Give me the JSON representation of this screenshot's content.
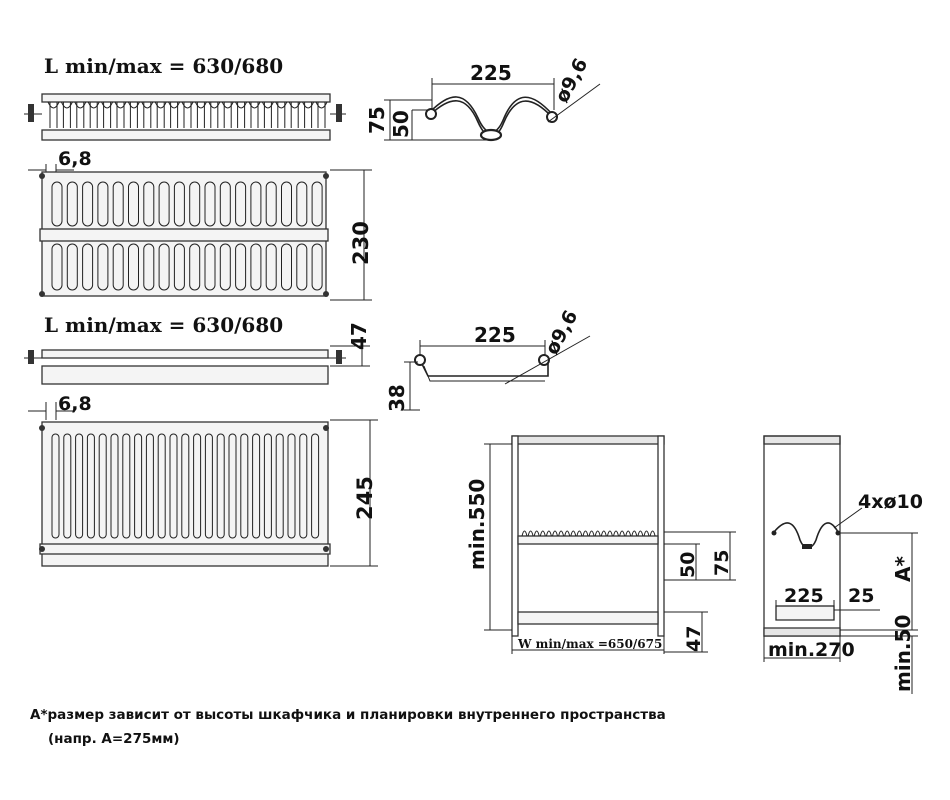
{
  "top_rack": {
    "length_label": "L min/max = 630/680",
    "wire_pitch": "6,8",
    "depth": "230",
    "profile_width": "225",
    "profile_height_outer": "75",
    "profile_height_inner": "50",
    "profile_diameter": "ø9,6"
  },
  "bottom_rack": {
    "length_label": "L min/max = 630/680",
    "wire_pitch": "6,8",
    "depth": "245",
    "frame_height": "47",
    "profile_width": "225",
    "profile_height": "38",
    "profile_diameter": "ø9,6"
  },
  "cabinet_front": {
    "min_height": "min.550",
    "rack_height_inner": "50",
    "rack_height_outer": "75",
    "tray_height": "47",
    "width_label": "W min/max =650/675"
  },
  "cabinet_side": {
    "fixings": "4xø10",
    "dimension_a": "A*",
    "width": "225",
    "offset": "25",
    "min_depth": "min.270",
    "min_bottom": "min.50"
  },
  "footnote": {
    "line1": "A*размер зависит от высоты шкафчика и планировки внутреннего пространства",
    "line2": "(напр. А=275мм)"
  }
}
